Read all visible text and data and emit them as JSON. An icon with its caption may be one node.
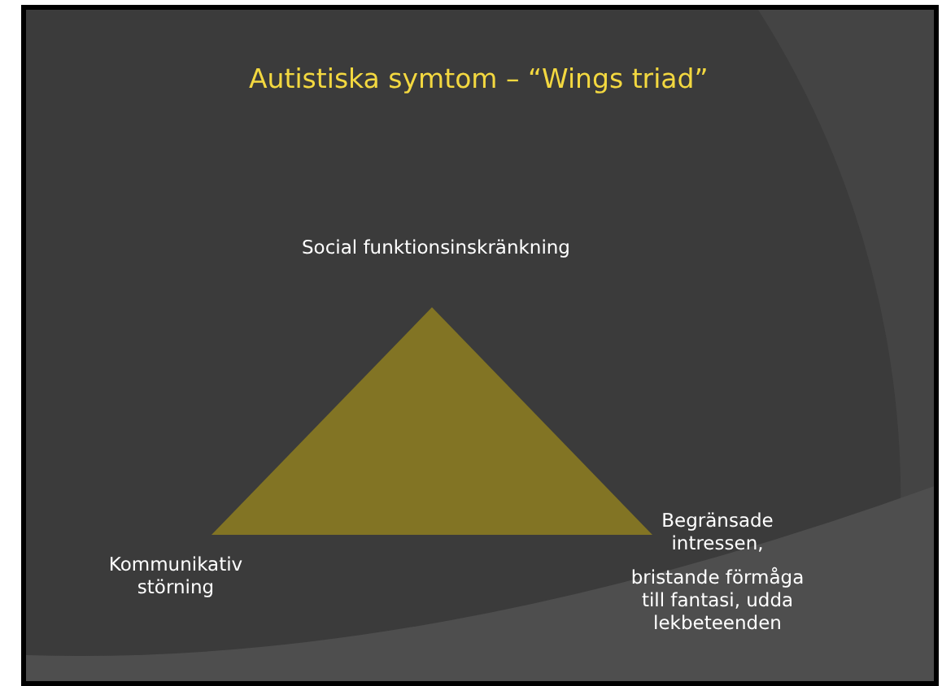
{
  "diagram": {
    "title": "Autistiska symtom – “Wings triad”",
    "nodes": [
      {
        "text": [],
        "shape": "triangle"
      }
    ],
    "labels": [
      "Social funktionsinskränkning",
      "Kommunikativ störning",
      "Begränsade intressen,",
      "bristande förmåga till fantasi, udda lekbeteenden"
    ]
  }
}
